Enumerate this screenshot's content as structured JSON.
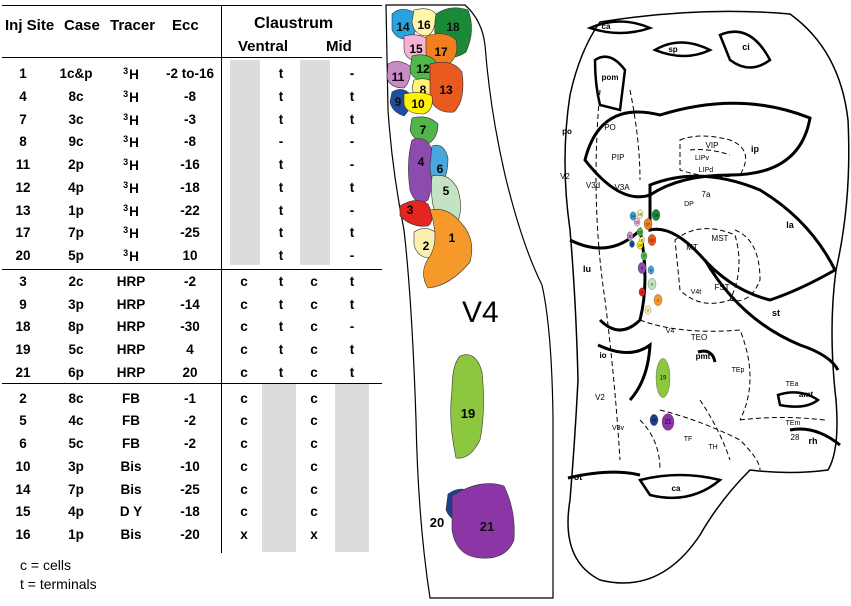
{
  "table": {
    "headers": {
      "inj_site": "Inj Site",
      "case": "Case",
      "tracer": "Tracer",
      "ecc": "Ecc",
      "claustrum": "Claustrum",
      "ventral": "Ventral",
      "mid": "Mid"
    },
    "rows": [
      {
        "site": "1",
        "case": "1c&p",
        "isotope": "3",
        "tracer": "H",
        "ecc": "-2 to-16",
        "v1": "",
        "v2": "t",
        "m1": "",
        "m2": "-"
      },
      {
        "site": "4",
        "case": "8c",
        "isotope": "3",
        "tracer": "H",
        "ecc": "-8",
        "v1": "",
        "v2": "t",
        "m1": "",
        "m2": "t"
      },
      {
        "site": "7",
        "case": "3c",
        "isotope": "3",
        "tracer": "H",
        "ecc": "-3",
        "v1": "",
        "v2": "t",
        "m1": "",
        "m2": "t"
      },
      {
        "site": "8",
        "case": "9c",
        "isotope": "3",
        "tracer": "H",
        "ecc": "-8",
        "v1": "",
        "v2": "-",
        "m1": "",
        "m2": "-"
      },
      {
        "site": "11",
        "case": "2p",
        "isotope": "3",
        "tracer": "H",
        "ecc": "-16",
        "v1": "",
        "v2": "t",
        "m1": "",
        "m2": "-"
      },
      {
        "site": "12",
        "case": "4p",
        "isotope": "3",
        "tracer": "H",
        "ecc": "-18",
        "v1": "",
        "v2": "t",
        "m1": "",
        "m2": "t"
      },
      {
        "site": "13",
        "case": "1p",
        "isotope": "3",
        "tracer": "H",
        "ecc": "-22",
        "v1": "",
        "v2": "t",
        "m1": "",
        "m2": "-"
      },
      {
        "site": "17",
        "case": "7p",
        "isotope": "3",
        "tracer": "H",
        "ecc": "-25",
        "v1": "",
        "v2": "t",
        "m1": "",
        "m2": "t"
      },
      {
        "site": "20",
        "case": "5p",
        "isotope": "3",
        "tracer": "H",
        "ecc": "10",
        "v1": "",
        "v2": "t",
        "m1": "",
        "m2": "-"
      },
      {
        "site": "3",
        "case": "2c",
        "isotope": "",
        "tracer": "HRP",
        "ecc": "-2",
        "v1": "c",
        "v2": "t",
        "m1": "c",
        "m2": "t"
      },
      {
        "site": "9",
        "case": "3p",
        "isotope": "",
        "tracer": "HRP",
        "ecc": "-14",
        "v1": "c",
        "v2": "t",
        "m1": "c",
        "m2": "t"
      },
      {
        "site": "18",
        "case": "8p",
        "isotope": "",
        "tracer": "HRP",
        "ecc": "-30",
        "v1": "c",
        "v2": "t",
        "m1": "c",
        "m2": "-"
      },
      {
        "site": "19",
        "case": "5c",
        "isotope": "",
        "tracer": "HRP",
        "ecc": "4",
        "v1": "c",
        "v2": "t",
        "m1": "c",
        "m2": "t"
      },
      {
        "site": "21",
        "case": "6p",
        "isotope": "",
        "tracer": "HRP",
        "ecc": "20",
        "v1": "c",
        "v2": "t",
        "m1": "c",
        "m2": "t"
      },
      {
        "site": "2",
        "case": "8c",
        "isotope": "",
        "tracer": "FB",
        "ecc": "-1",
        "v1": "c",
        "v2": "",
        "m1": "c",
        "m2": ""
      },
      {
        "site": "5",
        "case": "4c",
        "isotope": "",
        "tracer": "FB",
        "ecc": "-2",
        "v1": "c",
        "v2": "",
        "m1": "c",
        "m2": ""
      },
      {
        "site": "6",
        "case": "5c",
        "isotope": "",
        "tracer": "FB",
        "ecc": "-2",
        "v1": "c",
        "v2": "",
        "m1": "c",
        "m2": ""
      },
      {
        "site": "10",
        "case": "3p",
        "isotope": "",
        "tracer": "Bis",
        "ecc": "-10",
        "v1": "c",
        "v2": "",
        "m1": "c",
        "m2": ""
      },
      {
        "site": "14",
        "case": "7p",
        "isotope": "",
        "tracer": "Bis",
        "ecc": "-25",
        "v1": "c",
        "v2": "",
        "m1": "c",
        "m2": ""
      },
      {
        "site": "15",
        "case": "4p",
        "isotope": "",
        "tracer": "D Y",
        "ecc": "-18",
        "v1": "c",
        "v2": "",
        "m1": "c",
        "m2": ""
      },
      {
        "site": "16",
        "case": "1p",
        "isotope": "",
        "tracer": "Bis",
        "ecc": "-20",
        "v1": "x",
        "v2": "",
        "m1": "x",
        "m2": ""
      }
    ],
    "legend": [
      "c = cells",
      "t = terminals"
    ]
  },
  "v4_map": {
    "label": "V4",
    "sites": [
      {
        "id": "14",
        "color": "#29a3dd"
      },
      {
        "id": "16",
        "color": "#fff6a8"
      },
      {
        "id": "18",
        "color": "#1a8a38"
      },
      {
        "id": "15",
        "color": "#f5b3d6"
      },
      {
        "id": "17",
        "color": "#f07f1d"
      },
      {
        "id": "11",
        "color": "#c98bc7"
      },
      {
        "id": "12",
        "color": "#4fb848"
      },
      {
        "id": "8",
        "color": "#fff27a"
      },
      {
        "id": "13",
        "color": "#e85a1f"
      },
      {
        "id": "9",
        "color": "#1c4fa0"
      },
      {
        "id": "10",
        "color": "#fff200"
      },
      {
        "id": "7",
        "color": "#52b54b"
      },
      {
        "id": "4",
        "color": "#8e4bae"
      },
      {
        "id": "6",
        "color": "#4aa7dd"
      },
      {
        "id": "5",
        "color": "#c4e3c2"
      },
      {
        "id": "3",
        "color": "#e42520"
      },
      {
        "id": "2",
        "color": "#fdf0ae"
      },
      {
        "id": "1",
        "color": "#f59a2a"
      },
      {
        "id": "19",
        "color": "#8dc63f"
      },
      {
        "id": "20",
        "color": "#1d3f8f"
      },
      {
        "id": "21",
        "color": "#8c35a6"
      }
    ]
  },
  "brain_map": {
    "areas": [
      "ca",
      "sp",
      "ci",
      "pom",
      "po",
      "PO",
      "PIP",
      "V3d",
      "V3A",
      "V2",
      "VIP",
      "LIPv",
      "LIPd",
      "ip",
      "7a",
      "DP",
      "MT",
      "MST",
      "la",
      "lu",
      "V4t",
      "FST",
      "st",
      "V4",
      "TEO",
      "pmt",
      "io",
      "TEp",
      "TEa",
      "amt",
      "TEm",
      "28",
      "rh",
      "V3v",
      "TF",
      "TH",
      "ot",
      "ca",
      "V2"
    ],
    "inset_sites": [
      "14",
      "16",
      "18",
      "15",
      "17",
      "11",
      "12",
      "8",
      "13",
      "9",
      "10",
      "7",
      "4",
      "6",
      "5",
      "3",
      "2",
      "1",
      "19",
      "20",
      "21"
    ]
  }
}
